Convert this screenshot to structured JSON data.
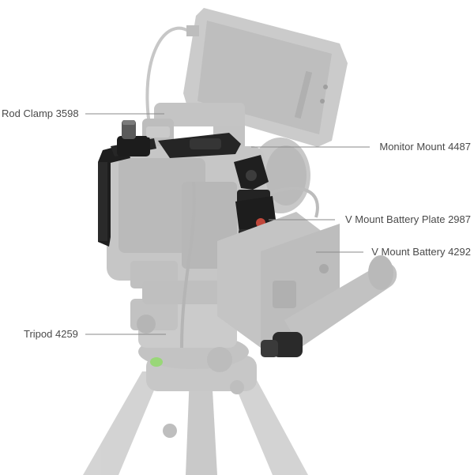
{
  "callouts": {
    "rod_clamp": "Rod Clamp 3598",
    "monitor_mount": "Monitor Mount 4487",
    "vmount_plate": "V Mount Battery Plate 2987",
    "vmount_battery": "V Mount Battery 4292",
    "tripod": "Tripod 4259"
  },
  "colors": {
    "ghost_gray": "#c9c9c9",
    "ghost_dark": "#b3b3b3",
    "accessory_black": "#1e1e1e",
    "accessory_mid": "#3a3a3a",
    "leader_line": "#8a8a8a",
    "label_text": "#4a4a4a",
    "bubble_level": "#8fd36a"
  }
}
